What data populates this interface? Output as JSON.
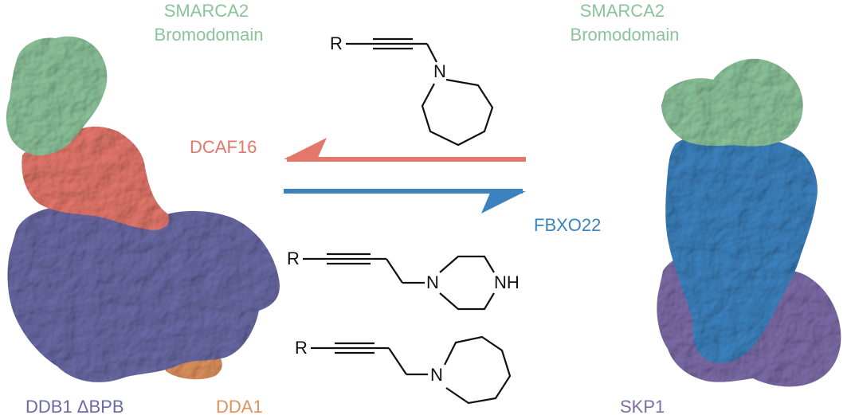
{
  "labels": {
    "smarca2_left": [
      "SMARCA2",
      "Bromodomain"
    ],
    "smarca2_right": [
      "SMARCA2",
      "Bromodomain"
    ],
    "dcaf16": "DCAF16",
    "fbxo22": "FBXO22",
    "ddb1": "DDB1 ΔBPB",
    "dda1": "DDA1",
    "skp1": "SKP1"
  },
  "chem": {
    "r_group": "R",
    "n_atom": "N",
    "nh_group": "NH"
  },
  "colors": {
    "smarca2": "#8cc49a",
    "dcaf16": "#e4776b",
    "fbxo22": "#3c82bf",
    "ddb1": "#6a6aa6",
    "dda1": "#e0925e",
    "skp1": "#7d6ca8",
    "bond": "#111111"
  }
}
